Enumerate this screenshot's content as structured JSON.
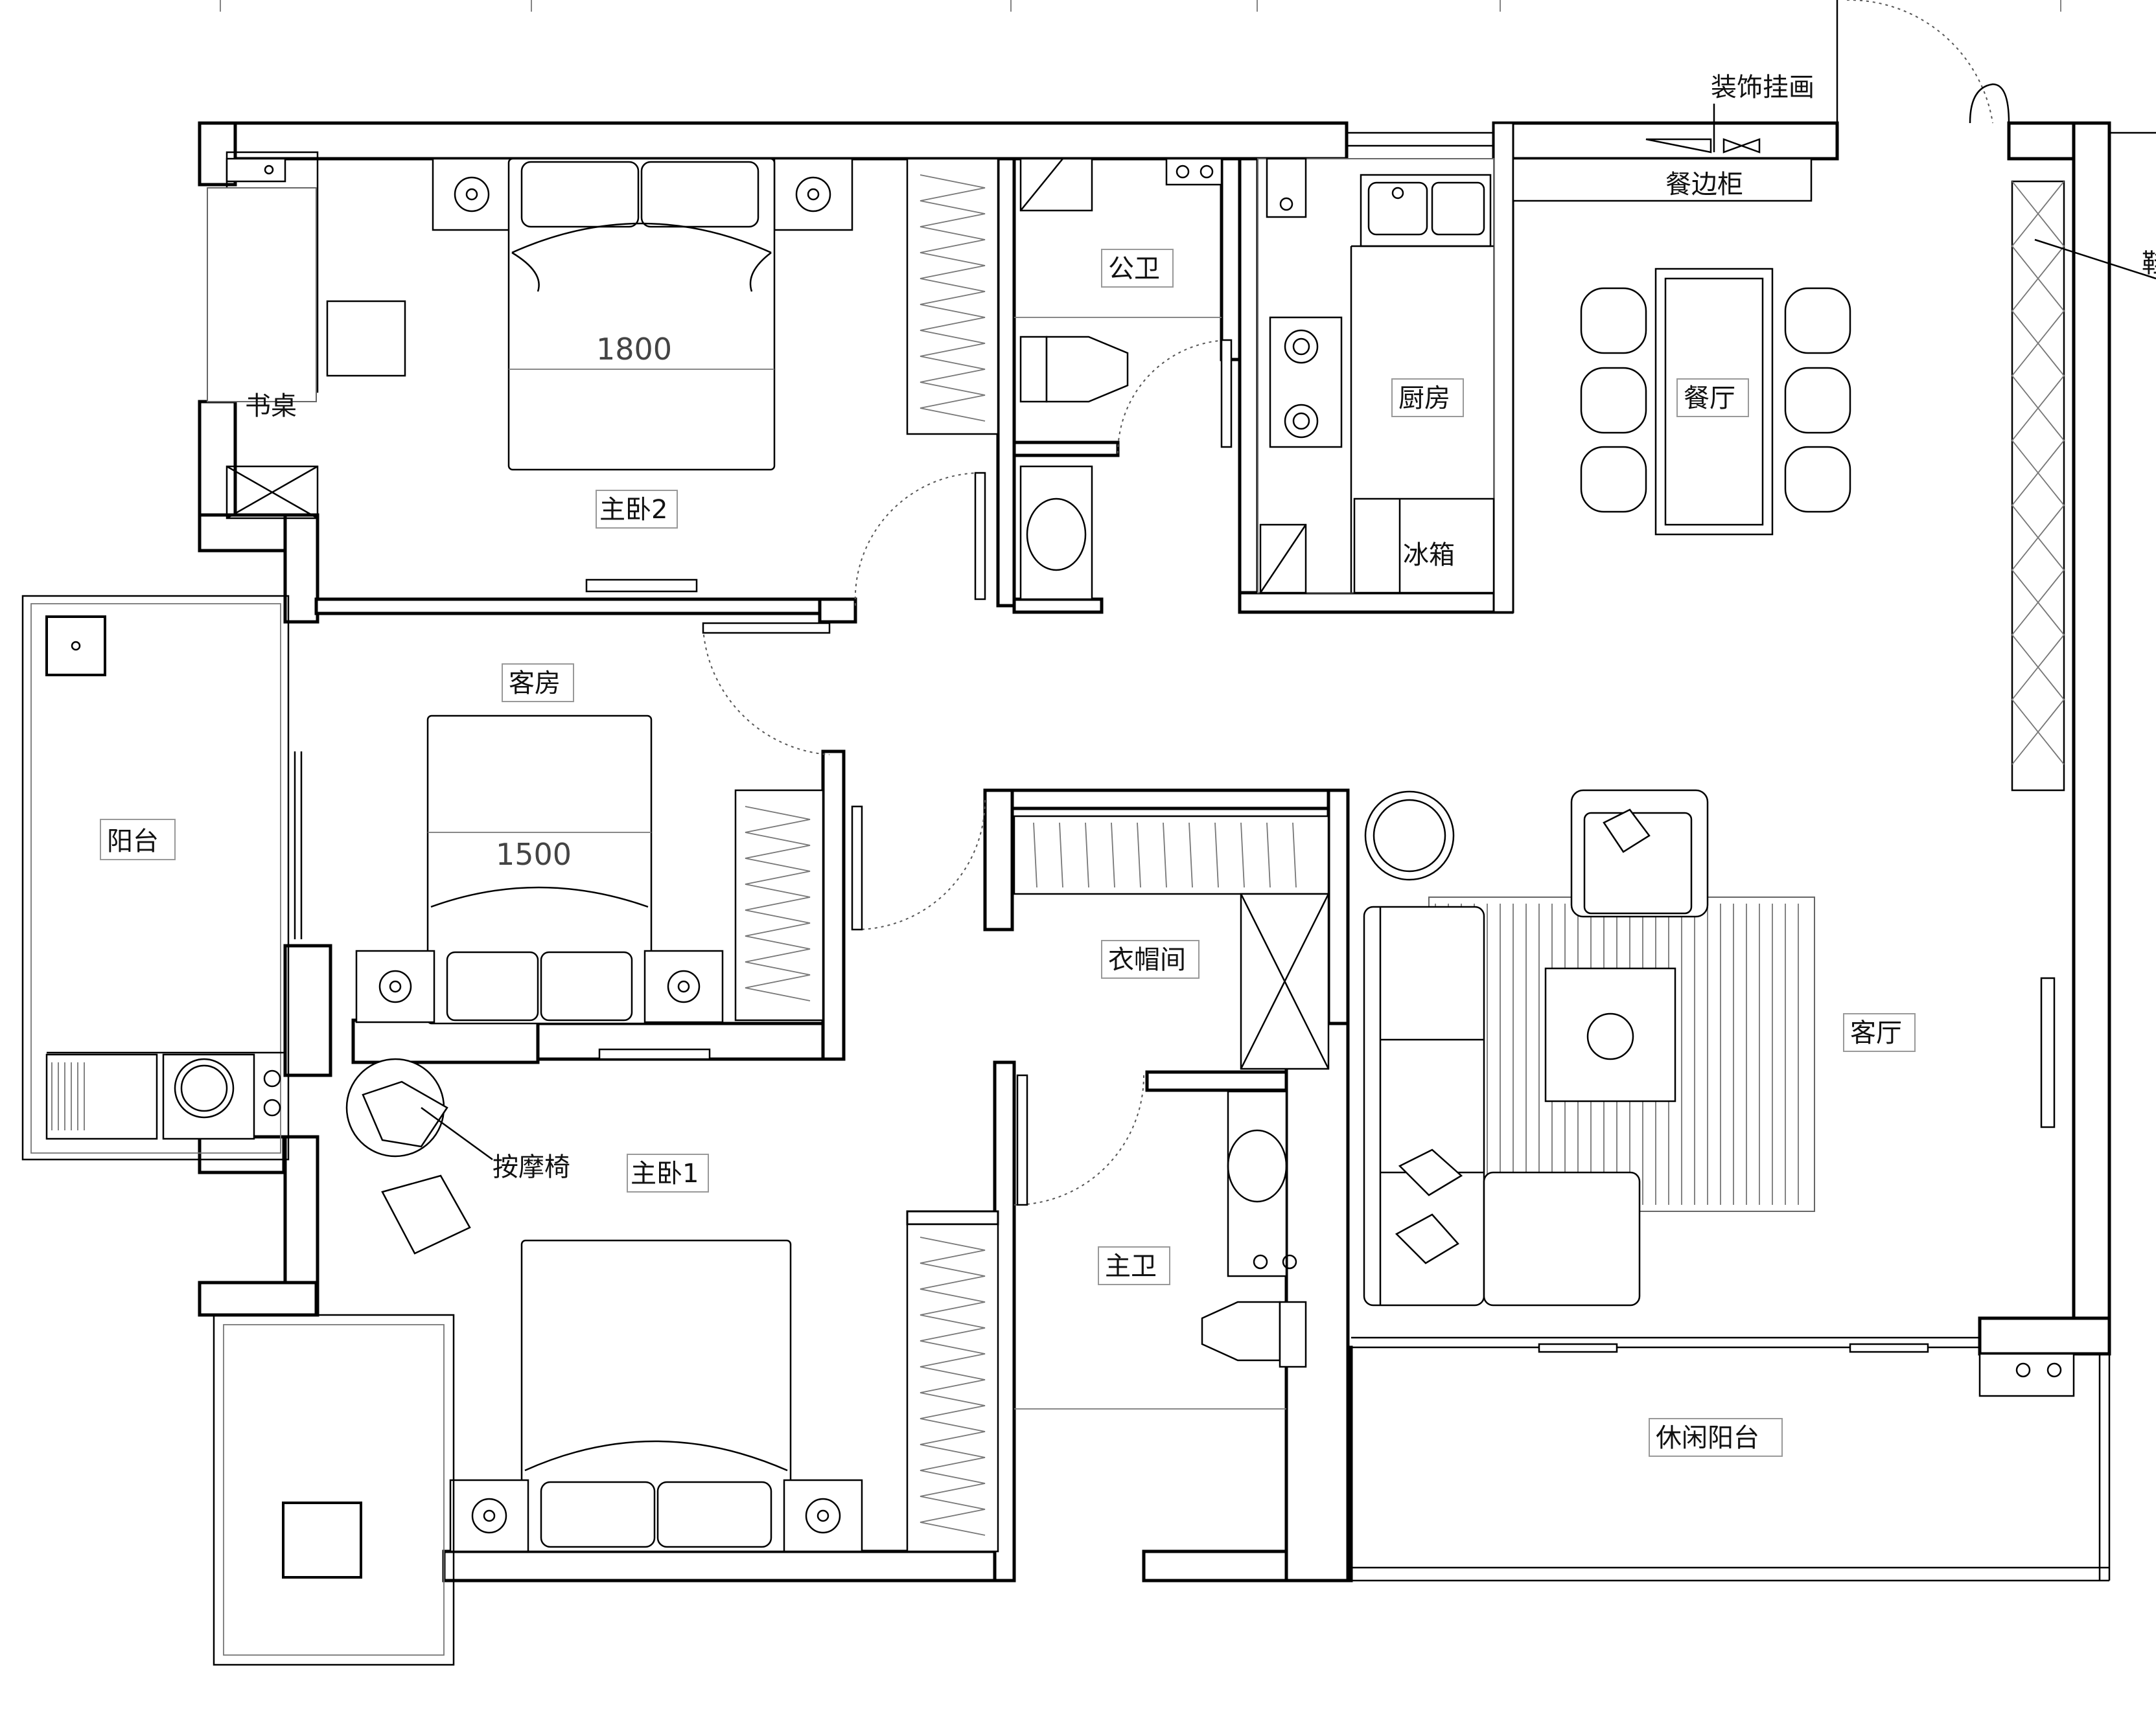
{
  "rooms": {
    "master_bedroom_2": "主卧2",
    "study_desk": "书桌",
    "public_bathroom": "公卫",
    "kitchen": "厨房",
    "fridge": "冰箱",
    "dining_room": "餐厅",
    "dining_cabinet": "餐边柜",
    "decorative_painting": "装饰挂画",
    "guest_room": "客房",
    "balcony": "阳台",
    "cloakroom": "衣帽间",
    "living_room": "客厅",
    "master_bedroom_1": "主卧1",
    "massage_chair": "按摩椅",
    "master_bathroom": "主卫",
    "leisure_balcony": "休闲阳台"
  },
  "dimensions": {
    "bed_master_2": "1800",
    "bed_guest": "1500"
  },
  "partial_edge_text": "鞋"
}
